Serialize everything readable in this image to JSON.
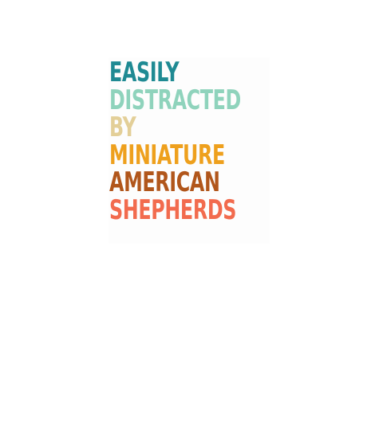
{
  "slogan": {
    "lines": [
      {
        "text": "EASILY",
        "color": "#1f8a93"
      },
      {
        "text": "DISTRACTED",
        "color": "#8fd3bc"
      },
      {
        "text": "BY",
        "color": "#e3cf98"
      },
      {
        "text": "MINIATURE",
        "color": "#eea01d"
      },
      {
        "text": "AMERICAN",
        "color": "#b1561b"
      },
      {
        "text": "SHEPHERDS",
        "color": "#f26b4e"
      }
    ]
  }
}
